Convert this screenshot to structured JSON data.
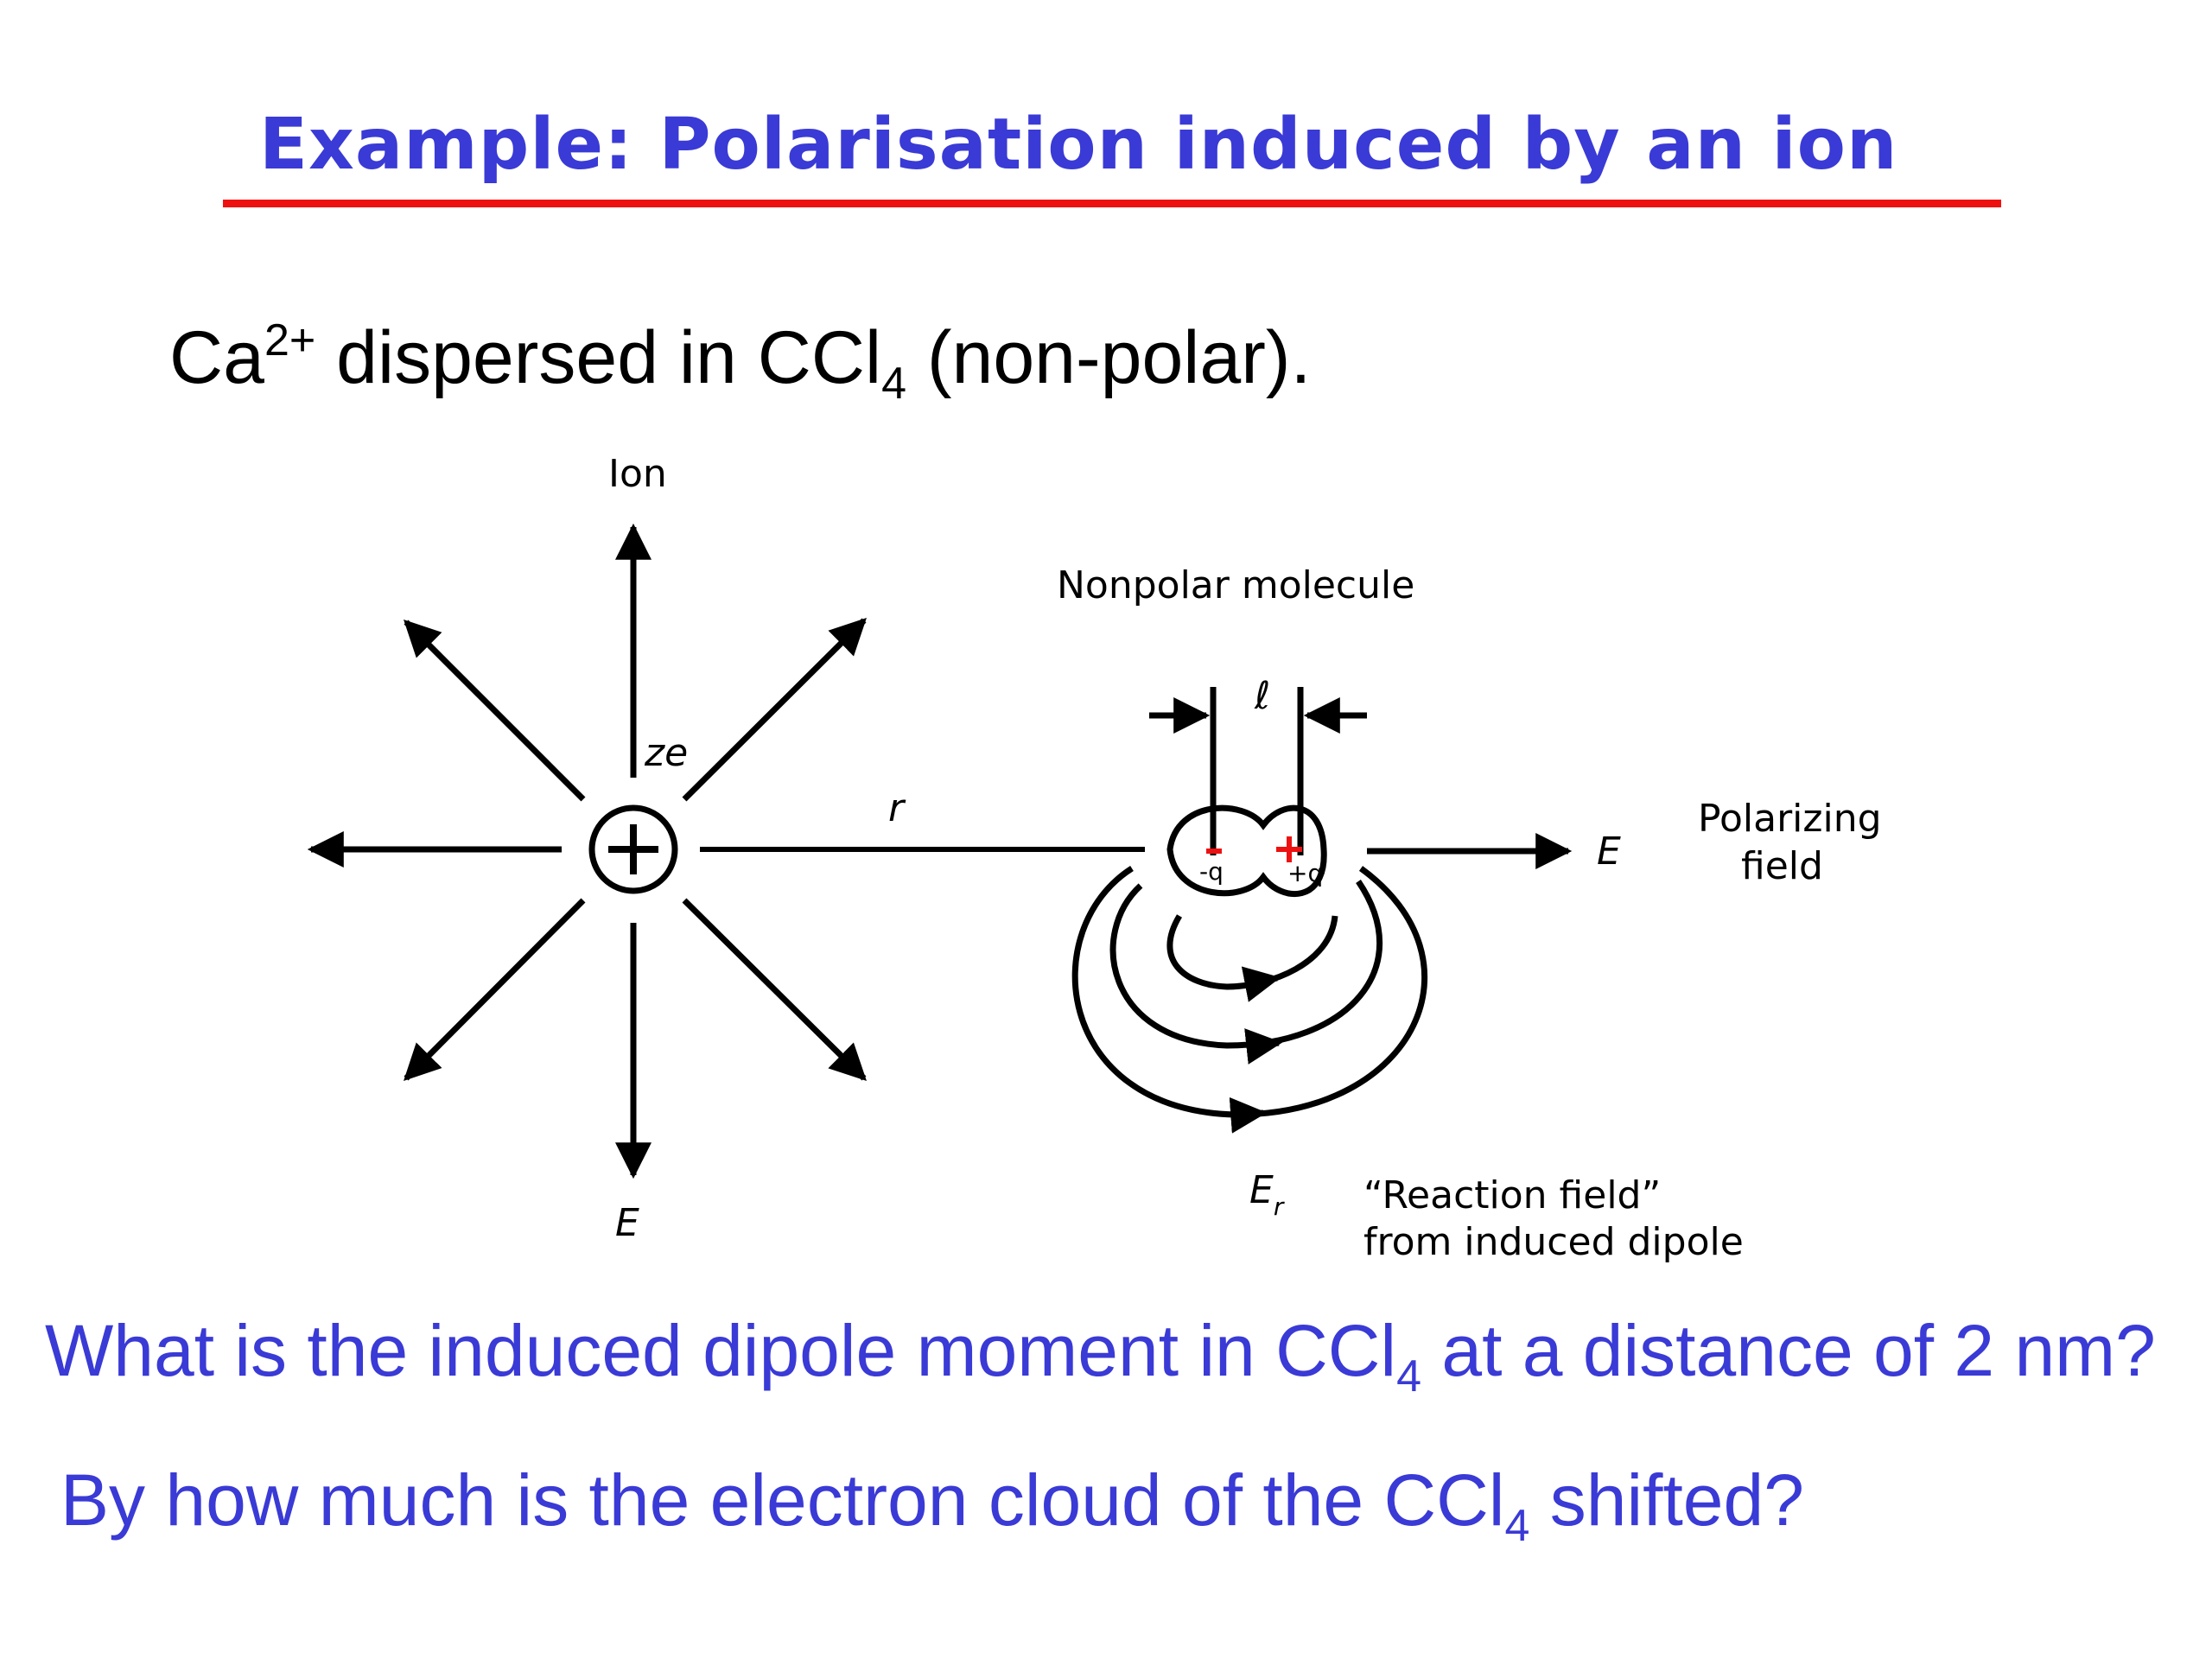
{
  "slide": {
    "title": "Example:  Polarisation induced by an ion"
  },
  "setup": {
    "ion_base": "Ca",
    "ion_charge": "2+",
    "middle_text": " dispersed in CCl",
    "solvent_subscript": "4",
    "tail_text": " (non-polar)."
  },
  "diagram": {
    "ion_label": "Ion",
    "charge_label": "ze",
    "ion_field_label": "E",
    "distance_label": "r",
    "molecule_title": "Nonpolar molecule",
    "length_label": "ℓ",
    "neg_charge_label": "-q",
    "pos_charge_label": "+q",
    "polarizing_E_label": "E",
    "polarizing_label_line1": "Polarizing",
    "polarizing_label_line2": "field",
    "reaction_E_label": "E",
    "reaction_E_subscript": "r",
    "reaction_label_line1": "“Reaction field”",
    "reaction_label_line2": "from induced dipole",
    "colors": {
      "line": "#000000",
      "charge_marks": "#ee1111"
    }
  },
  "questions": {
    "q1_start": "What is the induced dipole moment in CCl",
    "q1_sub": "4",
    "q1_end": " at a distance of 2 nm?",
    "q2_start": "By how much is the electron cloud of the CCl",
    "q2_sub": "4",
    "q2_end": " shifted?"
  }
}
